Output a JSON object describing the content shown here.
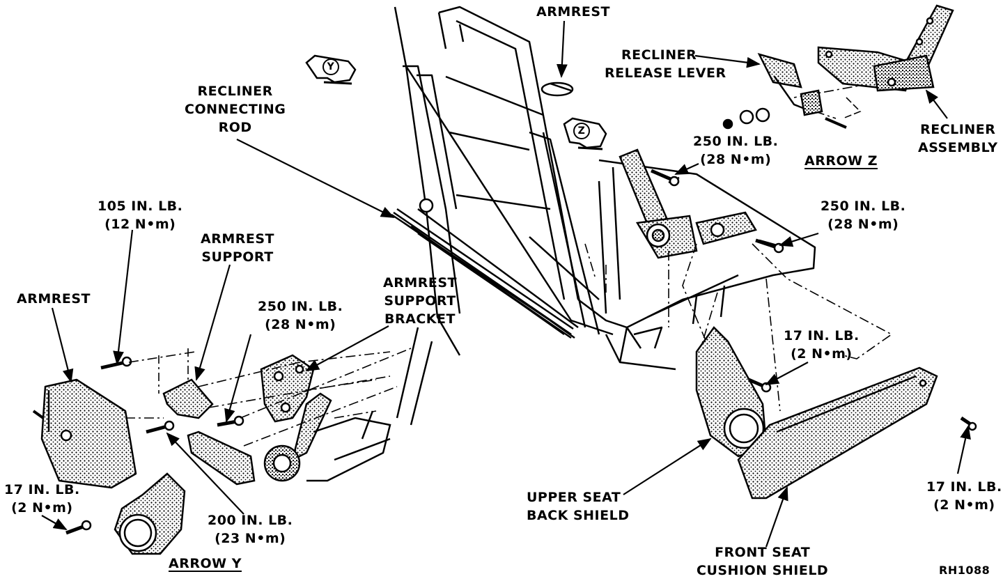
{
  "labels": {
    "armrest_top": "ARMREST",
    "recliner_release_lever": [
      "RECLINER",
      "RELEASE LEVER"
    ],
    "recliner_connecting_rod": [
      "RECLINER",
      "CONNECTING",
      "ROD"
    ],
    "recliner_assembly": [
      "RECLINER",
      "ASSEMBLY"
    ],
    "torque_250_top": [
      "250 IN. LB.",
      "(28 N•m)"
    ],
    "arrow_z": "ARROW Z",
    "torque_250_right": [
      "250 IN. LB.",
      "(28 N•m)"
    ],
    "torque_105": [
      "105 IN. LB.",
      "(12 N•m)"
    ],
    "armrest_support": [
      "ARMREST",
      "SUPPORT"
    ],
    "armrest_left": "ARMREST",
    "torque_250_mid": [
      "250 IN. LB.",
      "(28 N•m)"
    ],
    "armrest_support_bracket": [
      "ARMREST",
      "SUPPORT",
      "BRACKET"
    ],
    "torque_17_mid": [
      "17 IN. LB.",
      "(2 N•m)"
    ],
    "torque_17_left": [
      "17 IN. LB.",
      "(2 N•m)"
    ],
    "torque_200": [
      "200 IN. LB.",
      "(23 N•m)"
    ],
    "arrow_y": "ARROW Y",
    "upper_seat_back_shield": [
      "UPPER SEAT",
      "BACK SHIELD"
    ],
    "torque_17_right": [
      "17 IN. LB.",
      "(2 N•m)"
    ],
    "front_seat_cushion_shield": [
      "FRONT SEAT",
      "CUSHION SHIELD"
    ],
    "figure_code": "RH1088"
  },
  "view_markers": {
    "y": "Y",
    "z": "Z"
  }
}
